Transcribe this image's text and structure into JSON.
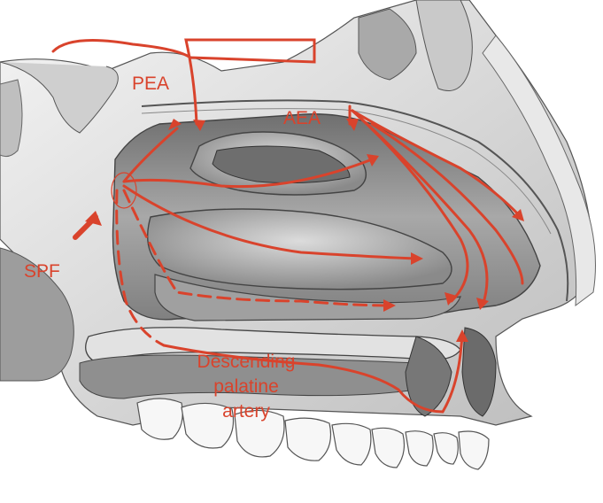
{
  "colors": {
    "artery": "#d9432c",
    "bone": "#e4e4e4",
    "shadow": "#7d7d7d",
    "cavity": "#9a9a9a"
  },
  "labels": {
    "pea": "PEA",
    "aea": "AEA",
    "spf": "SPF",
    "dpa_line1": "Descending",
    "dpa_line2": "palatine",
    "dpa_line3": "artery"
  }
}
